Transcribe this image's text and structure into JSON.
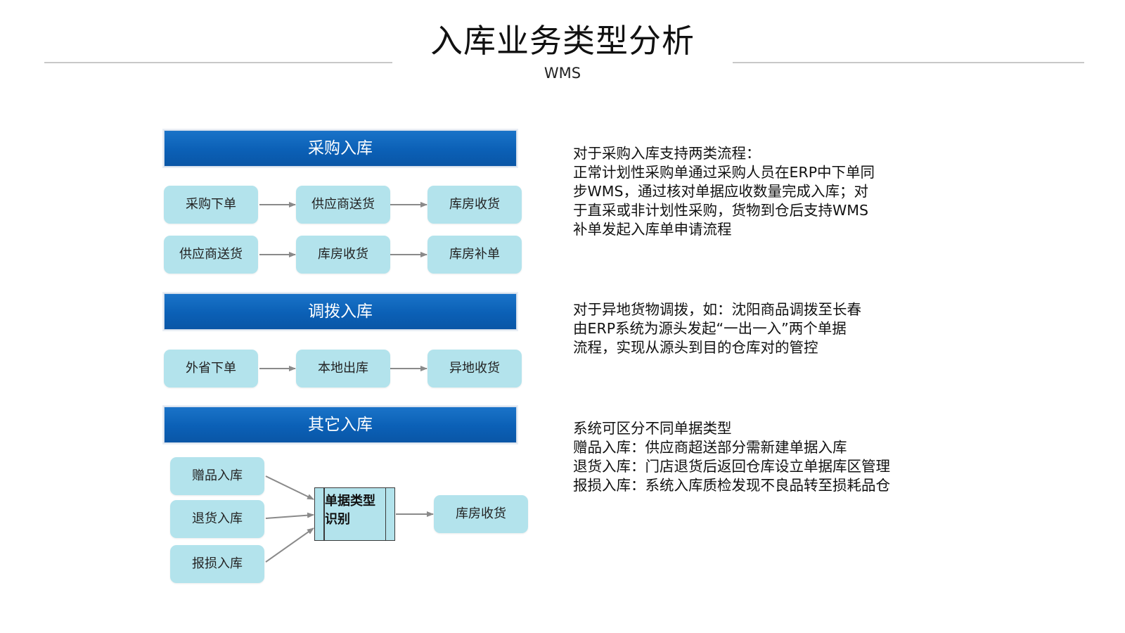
{
  "header": {
    "title": "入库业务类型分析",
    "subtitle": "WMS"
  },
  "sections": [
    {
      "banner": "采购入库",
      "flows": [
        [
          "采购下单",
          "供应商送货",
          "库房收货"
        ],
        [
          "供应商送货",
          "库房收货",
          "库房补单"
        ]
      ],
      "description": [
        "对于采购入库支持两类流程：",
        "正常计划性采购单通过采购人员在ERP中下单同",
        "步WMS，通过核对单据应收数量完成入库；对",
        "于直采或非计划性采购，货物到仓后支持WMS",
        "补单发起入库单申请流程"
      ]
    },
    {
      "banner": "调拨入库",
      "flows": [
        [
          "外省下单",
          "本地出库",
          "异地收货"
        ]
      ],
      "description": [
        "对于异地货物调拨，如：沈阳商品调拨至长春",
        "由ERP系统为源头发起“一出一入”两个单据",
        "流程，实现从源头到目的仓库对的管控"
      ]
    },
    {
      "banner": "其它入库",
      "inputs": [
        "赠品入库",
        "退货入库",
        "报损入库"
      ],
      "identifier": "单据类型识别",
      "output": "库房收货",
      "description": [
        "系统可区分不同单据类型",
        "赠品入库：供应商超送部分需新建单据入库",
        "退货入库：门店退货后返回仓库设立单据库区管理",
        "报损入库：系统入库质检发现不良品转至损耗品仓"
      ]
    }
  ],
  "colors": {
    "banner": "#0b60b6",
    "box": "#b3e3ec",
    "arrow": "#8a8a8a",
    "rule": "#c8c8c8"
  }
}
